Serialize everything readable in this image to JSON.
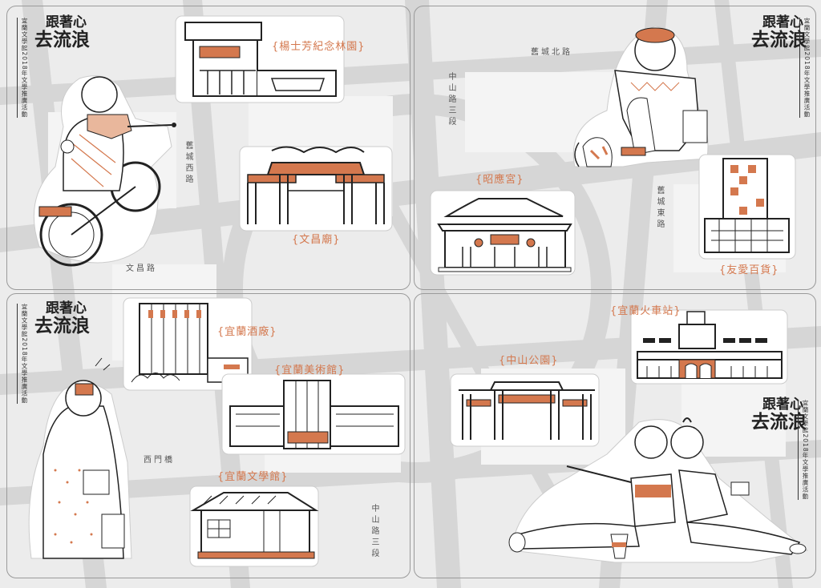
{
  "theme": {
    "accent": "#d4784e",
    "line": "#222222",
    "paper": "#ffffff",
    "map": "#d8d8d8"
  },
  "campaign": {
    "title_line1": "跟著心",
    "title_line2": "去流浪",
    "subtitle": "宜蘭文學館2018年文學推廣活動"
  },
  "cards": {
    "tl": {
      "landmarks": [
        "{楊士芳紀念林園}",
        "{文昌廟}"
      ],
      "roads": [
        "舊城西路",
        "文昌路"
      ]
    },
    "tr": {
      "landmarks": [
        "{昭應宮}",
        "{友愛百貨}"
      ],
      "roads": [
        "舊城北路",
        "中山路三段",
        "舊城東路"
      ]
    },
    "bl": {
      "landmarks": [
        "{宜蘭酒廠}",
        "{宜蘭美術館}",
        "{宜蘭文學館}"
      ],
      "roads": [
        "西門橋",
        "中山路三段"
      ]
    },
    "br": {
      "landmarks": [
        "{宜蘭火車站}",
        "{中山公園}"
      ],
      "roads": []
    }
  },
  "icons": {
    "tl": [
      "cyclist-illustration",
      "yang-shifang-garden-building-icon",
      "wenchang-temple-gate-icon"
    ],
    "tr": [
      "sitting-man-with-cat-illustration",
      "zhaoying-temple-icon",
      "youai-department-store-icon"
    ],
    "bl": [
      "photographer-woman-illustration",
      "yilan-distillery-icon",
      "yilan-art-museum-icon",
      "yilan-literary-museum-icon"
    ],
    "br": [
      "yilan-train-station-icon",
      "zhongshan-park-gate-icon",
      "reading-couple-illustration"
    ]
  }
}
